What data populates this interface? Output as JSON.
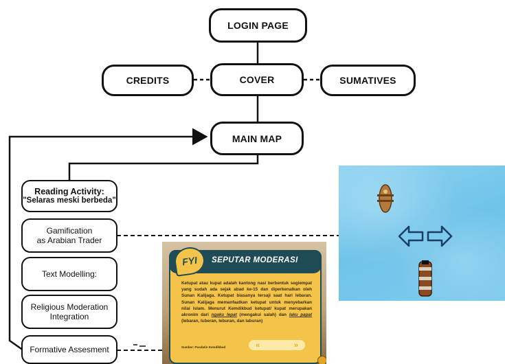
{
  "nodes": {
    "login": "LOGIN PAGE",
    "cover": "COVER",
    "credits": "CREDITS",
    "sumatives": "SUMATIVES",
    "main_map": "MAIN MAP"
  },
  "activities": {
    "reading_title": "Reading Activity:",
    "reading_subtitle": "\"Selaras meski berbeda\"",
    "gamification_line1": "Gamification",
    "gamification_line2": "as Arabian Trader",
    "text_modelling": "Text Modelling:",
    "religious_line1": "Religious Moderation",
    "religious_line2": "Integration",
    "formative": "Formative Assesment"
  },
  "fyi_card": {
    "badge": "FYI",
    "title": "SEPUTAR MODERASI",
    "body_1": "Ketupat atau kupat adalah kantong nasi berbentuk segiempat yang sudah ada sejak abad ke-15 dan diperkenalkan oleh Sunan Kalijaga. Ketupat biasanya tersaji saat hari lebaran. Sunan Kalijaga memanfaatkan ketupat untuk menyebarkan nilai Islam. Menurut Kemdikbud ketupat/ kupat merupakan akronim dari",
    "ital_1": "ngaku lepat",
    "body_2": "(mengakui salah) dan",
    "ital_2": "laku papat",
    "body_3": "(lebaran, luberan, leburan, dan laburan)",
    "source": "Sumber: Pusdatin Kemdikbud",
    "nav_prev": "«",
    "nav_next": "»"
  },
  "colors": {
    "sea": "#7ccbee",
    "panel": "#f4c44a",
    "panel_header": "#1f4b57",
    "arrow_outline": "#1b3a66"
  }
}
